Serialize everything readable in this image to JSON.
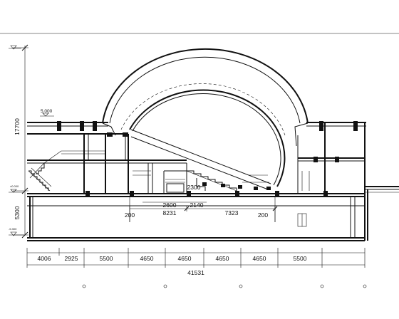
{
  "drawing": {
    "level_marks": [
      "5.000",
      "±0.000",
      "-5.300"
    ],
    "vertical_dims": [
      "17700",
      "5300"
    ],
    "interior_dims": [
      "2600",
      "2140",
      "2300",
      "8231",
      "7323",
      "200",
      "200"
    ],
    "bottom_dims": [
      "4006",
      "2925",
      "5500",
      "4650",
      "4650",
      "4650",
      "4650",
      "5500"
    ],
    "total_dim": "41531"
  }
}
